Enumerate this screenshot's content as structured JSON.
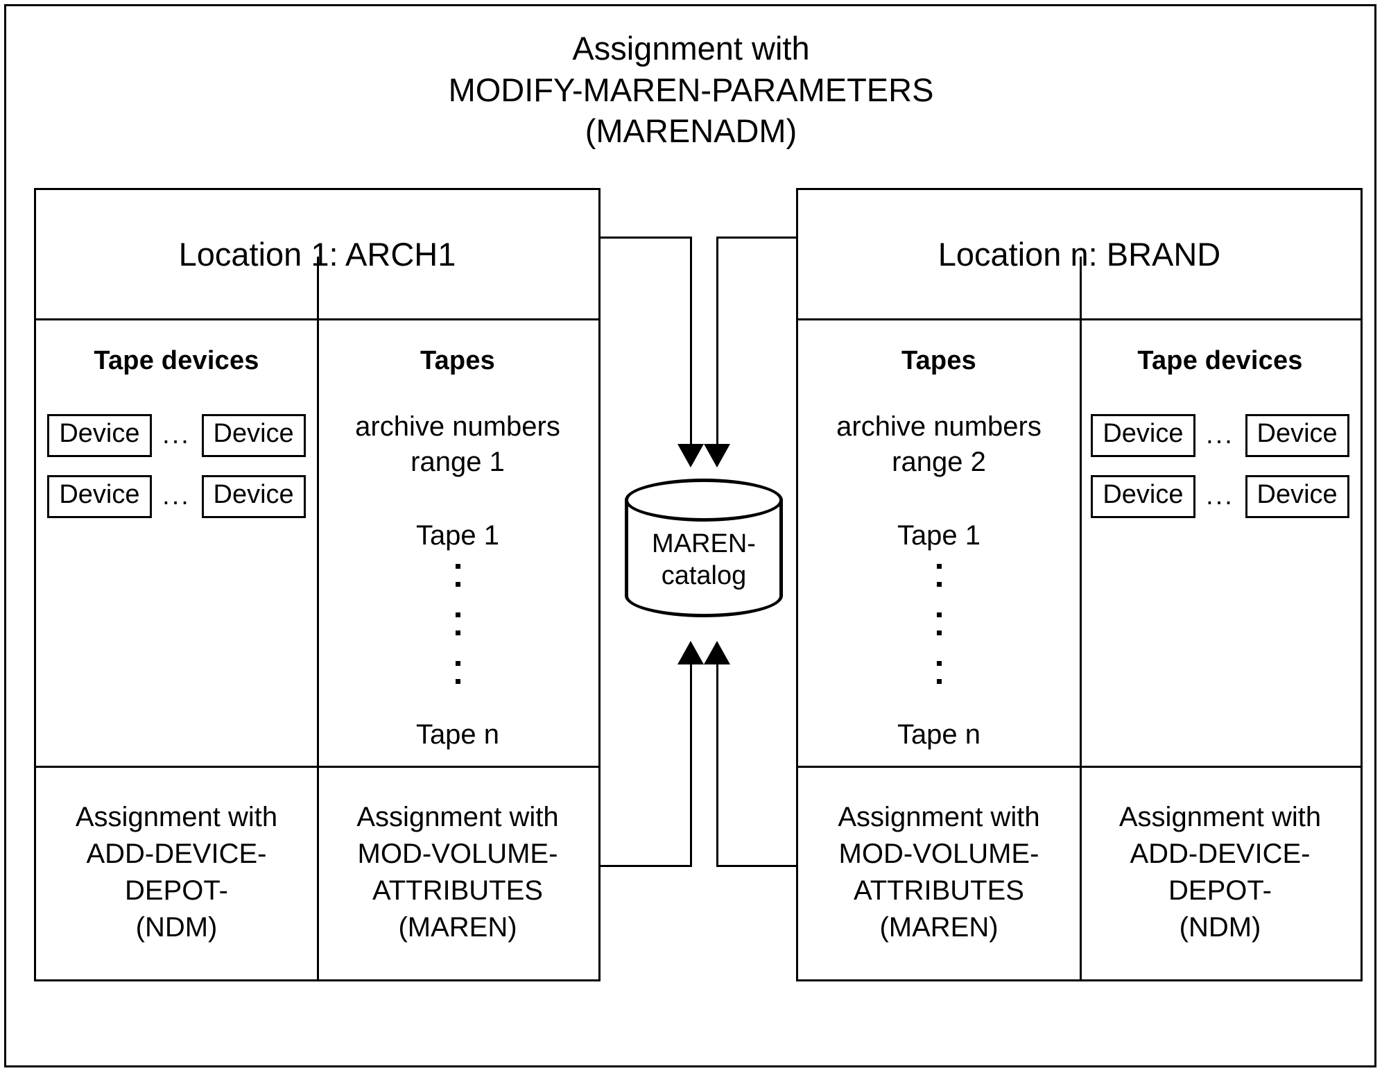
{
  "diagram": {
    "title_lines": [
      "Assignment with",
      "MODIFY-MAREN-PARAMETERS",
      "(MARENADM)"
    ],
    "title_line1": "Assignment with",
    "title_line2": "MODIFY-MAREN-PARAMETERS",
    "title_line3": "(MARENADM)",
    "stroke_color": "#000000",
    "background_color": "#ffffff"
  },
  "central_store": {
    "name": "maren-catalog-cylinder",
    "label_line1": "MAREN-",
    "label_line2": "catalog"
  },
  "panels": [
    {
      "id": "location-1",
      "title": "Location 1: ARCH1",
      "left_column": {
        "kind": "tape-devices",
        "heading": "Tape devices",
        "device_rows": [
          {
            "left_label": "Device",
            "separator": "...",
            "right_label": "Device"
          },
          {
            "left_label": "Device",
            "separator": "...",
            "right_label": "Device"
          }
        ],
        "assignment_lines": [
          "Assignment with",
          "ADD-DEVICE-",
          "DEPOT-",
          "(NDM)"
        ]
      },
      "right_column": {
        "kind": "tapes",
        "heading": "Tapes",
        "range_line1": "archive numbers",
        "range_line2": "range 1",
        "first_tape": "Tape 1",
        "last_tape": "Tape n",
        "assignment_lines": [
          "Assignment with",
          "MOD-VOLUME-",
          "ATTRIBUTES",
          "(MAREN)"
        ]
      }
    },
    {
      "id": "location-n",
      "title": "Location n: BRAND",
      "left_column": {
        "kind": "tapes",
        "heading": "Tapes",
        "range_line1": "archive numbers",
        "range_line2": "range 2",
        "first_tape": "Tape 1",
        "last_tape": "Tape n",
        "assignment_lines": [
          "Assignment with",
          "MOD-VOLUME-",
          "ATTRIBUTES",
          "(MAREN)"
        ]
      },
      "right_column": {
        "kind": "tape-devices",
        "heading": "Tape devices",
        "device_rows": [
          {
            "left_label": "Device",
            "separator": "...",
            "right_label": "Device"
          },
          {
            "left_label": "Device",
            "separator": "...",
            "right_label": "Device"
          }
        ],
        "assignment_lines": [
          "Assignment with",
          "ADD-DEVICE-",
          "DEPOT-",
          "(NDM)"
        ]
      }
    }
  ],
  "connectors": [
    {
      "name": "left-top-to-catalog",
      "direction": "into-catalog",
      "arrowhead": "down"
    },
    {
      "name": "right-top-to-catalog",
      "direction": "into-catalog",
      "arrowhead": "down"
    },
    {
      "name": "left-bottom-to-catalog",
      "direction": "into-catalog",
      "arrowhead": "up"
    },
    {
      "name": "right-bottom-to-catalog",
      "direction": "into-catalog",
      "arrowhead": "up"
    }
  ]
}
